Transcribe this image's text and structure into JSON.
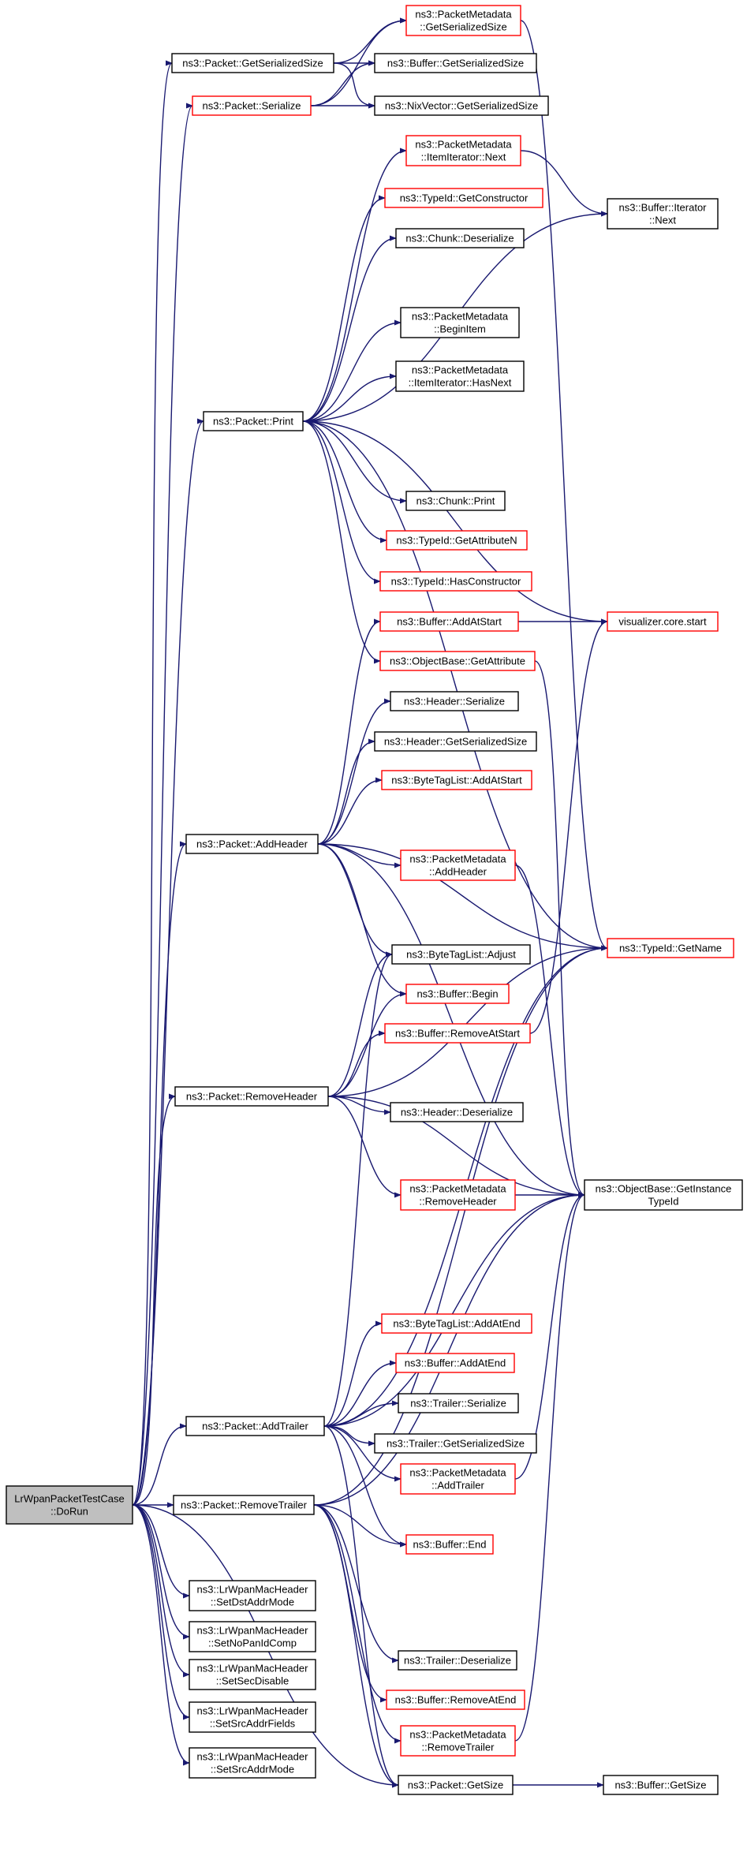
{
  "colors": {
    "edge": "#191970",
    "border_default": "#000000",
    "border_truncated": "#ff0000",
    "root_fill": "#bfbfbf",
    "node_fill": "#ffffff"
  },
  "nodes": [
    {
      "id": "root",
      "lines": [
        "LrWpanPacketTestCase",
        "::DoRun"
      ],
      "style": "root"
    },
    {
      "id": "pkt_getser",
      "lines": [
        "ns3::Packet::GetSerializedSize"
      ],
      "style": "normal"
    },
    {
      "id": "pkt_ser",
      "lines": [
        "ns3::Packet::Serialize"
      ],
      "style": "truncated"
    },
    {
      "id": "pm_getser",
      "lines": [
        "ns3::PacketMetadata",
        "::GetSerializedSize"
      ],
      "style": "truncated"
    },
    {
      "id": "buf_getser",
      "lines": [
        "ns3::Buffer::GetSerializedSize"
      ],
      "style": "normal"
    },
    {
      "id": "nix_getser",
      "lines": [
        "ns3::NixVector::GetSerializedSize"
      ],
      "style": "normal"
    },
    {
      "id": "pm_it_next",
      "lines": [
        "ns3::PacketMetadata",
        "::ItemIterator::Next"
      ],
      "style": "truncated"
    },
    {
      "id": "buf_it_next",
      "lines": [
        "ns3::Buffer::Iterator",
        "::Next"
      ],
      "style": "normal"
    },
    {
      "id": "tid_getctor",
      "lines": [
        "ns3::TypeId::GetConstructor"
      ],
      "style": "truncated"
    },
    {
      "id": "chunk_deser",
      "lines": [
        "ns3::Chunk::Deserialize"
      ],
      "style": "normal"
    },
    {
      "id": "pm_beginitem",
      "lines": [
        "ns3::PacketMetadata",
        "::BeginItem"
      ],
      "style": "normal"
    },
    {
      "id": "pm_it_hasnext",
      "lines": [
        "ns3::PacketMetadata",
        "::ItemIterator::HasNext"
      ],
      "style": "normal"
    },
    {
      "id": "pkt_print",
      "lines": [
        "ns3::Packet::Print"
      ],
      "style": "normal"
    },
    {
      "id": "chunk_print",
      "lines": [
        "ns3::Chunk::Print"
      ],
      "style": "normal"
    },
    {
      "id": "tid_getattrn",
      "lines": [
        "ns3::TypeId::GetAttributeN"
      ],
      "style": "truncated"
    },
    {
      "id": "tid_hasctor",
      "lines": [
        "ns3::TypeId::HasConstructor"
      ],
      "style": "truncated"
    },
    {
      "id": "buf_addatstart",
      "lines": [
        "ns3::Buffer::AddAtStart"
      ],
      "style": "truncated"
    },
    {
      "id": "vis_start",
      "lines": [
        "visualizer.core.start"
      ],
      "style": "truncated"
    },
    {
      "id": "ob_getattr",
      "lines": [
        "ns3::ObjectBase::GetAttribute"
      ],
      "style": "truncated"
    },
    {
      "id": "hdr_ser",
      "lines": [
        "ns3::Header::Serialize"
      ],
      "style": "normal"
    },
    {
      "id": "hdr_getser",
      "lines": [
        "ns3::Header::GetSerializedSize"
      ],
      "style": "normal"
    },
    {
      "id": "btl_addatstart",
      "lines": [
        "ns3::ByteTagList::AddAtStart"
      ],
      "style": "truncated"
    },
    {
      "id": "pkt_addhdr",
      "lines": [
        "ns3::Packet::AddHeader"
      ],
      "style": "normal"
    },
    {
      "id": "pm_addhdr",
      "lines": [
        "ns3::PacketMetadata",
        "::AddHeader"
      ],
      "style": "truncated"
    },
    {
      "id": "tid_getname",
      "lines": [
        "ns3::TypeId::GetName"
      ],
      "style": "truncated"
    },
    {
      "id": "btl_adjust",
      "lines": [
        "ns3::ByteTagList::Adjust"
      ],
      "style": "normal"
    },
    {
      "id": "buf_begin",
      "lines": [
        "ns3::Buffer::Begin"
      ],
      "style": "truncated"
    },
    {
      "id": "buf_rematstart",
      "lines": [
        "ns3::Buffer::RemoveAtStart"
      ],
      "style": "truncated"
    },
    {
      "id": "pkt_remhdr",
      "lines": [
        "ns3::Packet::RemoveHeader"
      ],
      "style": "normal"
    },
    {
      "id": "hdr_deser",
      "lines": [
        "ns3::Header::Deserialize"
      ],
      "style": "normal"
    },
    {
      "id": "pm_remhdr",
      "lines": [
        "ns3::PacketMetadata",
        "::RemoveHeader"
      ],
      "style": "truncated"
    },
    {
      "id": "ob_getinst",
      "lines": [
        "ns3::ObjectBase::GetInstance",
        "TypeId"
      ],
      "style": "normal"
    },
    {
      "id": "btl_addatend",
      "lines": [
        "ns3::ByteTagList::AddAtEnd"
      ],
      "style": "truncated"
    },
    {
      "id": "buf_addatend",
      "lines": [
        "ns3::Buffer::AddAtEnd"
      ],
      "style": "truncated"
    },
    {
      "id": "trl_ser",
      "lines": [
        "ns3::Trailer::Serialize"
      ],
      "style": "normal"
    },
    {
      "id": "pkt_addtrl",
      "lines": [
        "ns3::Packet::AddTrailer"
      ],
      "style": "normal"
    },
    {
      "id": "trl_getser",
      "lines": [
        "ns3::Trailer::GetSerializedSize"
      ],
      "style": "normal"
    },
    {
      "id": "pm_addtrl",
      "lines": [
        "ns3::PacketMetadata",
        "::AddTrailer"
      ],
      "style": "truncated"
    },
    {
      "id": "pkt_remtrl",
      "lines": [
        "ns3::Packet::RemoveTrailer"
      ],
      "style": "normal"
    },
    {
      "id": "buf_end",
      "lines": [
        "ns3::Buffer::End"
      ],
      "style": "truncated"
    },
    {
      "id": "mac_setdst",
      "lines": [
        "ns3::LrWpanMacHeader",
        "::SetDstAddrMode"
      ],
      "style": "normal"
    },
    {
      "id": "trl_deser",
      "lines": [
        "ns3::Trailer::Deserialize"
      ],
      "style": "normal"
    },
    {
      "id": "mac_setnopan",
      "lines": [
        "ns3::LrWpanMacHeader",
        "::SetNoPanIdComp"
      ],
      "style": "normal"
    },
    {
      "id": "buf_rematend",
      "lines": [
        "ns3::Buffer::RemoveAtEnd"
      ],
      "style": "truncated"
    },
    {
      "id": "mac_setsecdis",
      "lines": [
        "ns3::LrWpanMacHeader",
        "::SetSecDisable"
      ],
      "style": "normal"
    },
    {
      "id": "pm_remtrl",
      "lines": [
        "ns3::PacketMetadata",
        "::RemoveTrailer"
      ],
      "style": "truncated"
    },
    {
      "id": "mac_setsrcfields",
      "lines": [
        "ns3::LrWpanMacHeader",
        "::SetSrcAddrFields"
      ],
      "style": "normal"
    },
    {
      "id": "pkt_getsize",
      "lines": [
        "ns3::Packet::GetSize"
      ],
      "style": "normal"
    },
    {
      "id": "buf_getsize",
      "lines": [
        "ns3::Buffer::GetSize"
      ],
      "style": "normal"
    },
    {
      "id": "mac_setsrcmode",
      "lines": [
        "ns3::LrWpanMacHeader",
        "::SetSrcAddrMode"
      ],
      "style": "normal"
    }
  ],
  "edges": [
    [
      "root",
      "pkt_getser"
    ],
    [
      "root",
      "pkt_ser"
    ],
    [
      "root",
      "pkt_print"
    ],
    [
      "root",
      "pkt_addhdr"
    ],
    [
      "root",
      "pkt_remhdr"
    ],
    [
      "root",
      "pkt_addtrl"
    ],
    [
      "root",
      "pkt_remtrl"
    ],
    [
      "root",
      "mac_setdst"
    ],
    [
      "root",
      "mac_setnopan"
    ],
    [
      "root",
      "mac_setsecdis"
    ],
    [
      "root",
      "mac_setsrcfields"
    ],
    [
      "root",
      "mac_setsrcmode"
    ],
    [
      "root",
      "pkt_getsize"
    ],
    [
      "pkt_getser",
      "pm_getser"
    ],
    [
      "pkt_getser",
      "buf_getser"
    ],
    [
      "pkt_getser",
      "nix_getser"
    ],
    [
      "pkt_ser",
      "pm_getser"
    ],
    [
      "pkt_ser",
      "buf_getser"
    ],
    [
      "pkt_ser",
      "nix_getser"
    ],
    [
      "pm_getser",
      "tid_getname"
    ],
    [
      "pm_it_next",
      "buf_it_next"
    ],
    [
      "pkt_print",
      "pm_it_next"
    ],
    [
      "pkt_print",
      "tid_getctor"
    ],
    [
      "pkt_print",
      "chunk_deser"
    ],
    [
      "pkt_print",
      "buf_it_next"
    ],
    [
      "pkt_print",
      "pm_beginitem"
    ],
    [
      "pkt_print",
      "pm_it_hasnext"
    ],
    [
      "pkt_print",
      "vis_start"
    ],
    [
      "pkt_print",
      "tid_getname"
    ],
    [
      "pkt_print",
      "chunk_print"
    ],
    [
      "pkt_print",
      "tid_getattrn"
    ],
    [
      "pkt_print",
      "tid_hasctor"
    ],
    [
      "pkt_print",
      "ob_getattr"
    ],
    [
      "buf_addatstart",
      "vis_start"
    ],
    [
      "ob_getattr",
      "ob_getinst"
    ],
    [
      "pkt_addhdr",
      "buf_addatstart"
    ],
    [
      "pkt_addhdr",
      "hdr_ser"
    ],
    [
      "pkt_addhdr",
      "hdr_getser"
    ],
    [
      "pkt_addhdr",
      "btl_addatstart"
    ],
    [
      "pkt_addhdr",
      "tid_getname"
    ],
    [
      "pkt_addhdr",
      "pm_addhdr"
    ],
    [
      "pkt_addhdr",
      "btl_adjust"
    ],
    [
      "pkt_addhdr",
      "buf_begin"
    ],
    [
      "pkt_addhdr",
      "ob_getinst"
    ],
    [
      "pm_addhdr",
      "ob_getinst"
    ],
    [
      "buf_rematstart",
      "vis_start"
    ],
    [
      "pkt_remhdr",
      "btl_adjust"
    ],
    [
      "pkt_remhdr",
      "buf_begin"
    ],
    [
      "pkt_remhdr",
      "buf_rematstart"
    ],
    [
      "pkt_remhdr",
      "tid_getname"
    ],
    [
      "pkt_remhdr",
      "hdr_deser"
    ],
    [
      "pkt_remhdr",
      "ob_getinst"
    ],
    [
      "pkt_remhdr",
      "pm_remhdr"
    ],
    [
      "pm_remhdr",
      "ob_getinst"
    ],
    [
      "pkt_addtrl",
      "tid_getname"
    ],
    [
      "pkt_addtrl",
      "ob_getinst"
    ],
    [
      "pkt_addtrl",
      "btl_addatend"
    ],
    [
      "pkt_addtrl",
      "buf_addatend"
    ],
    [
      "pkt_addtrl",
      "trl_ser"
    ],
    [
      "pkt_addtrl",
      "trl_getser"
    ],
    [
      "pkt_addtrl",
      "pm_addtrl"
    ],
    [
      "pkt_addtrl",
      "buf_end"
    ],
    [
      "pkt_addtrl",
      "btl_adjust"
    ],
    [
      "pkt_addtrl",
      "pkt_getsize"
    ],
    [
      "pm_addtrl",
      "ob_getinst"
    ],
    [
      "pkt_remtrl",
      "buf_end"
    ],
    [
      "pkt_remtrl",
      "tid_getname"
    ],
    [
      "pkt_remtrl",
      "ob_getinst"
    ],
    [
      "pkt_remtrl",
      "trl_deser"
    ],
    [
      "pkt_remtrl",
      "buf_rematend"
    ],
    [
      "pkt_remtrl",
      "pm_remtrl"
    ],
    [
      "pkt_remtrl",
      "pkt_getsize"
    ],
    [
      "pm_remtrl",
      "ob_getinst"
    ],
    [
      "pkt_getsize",
      "buf_getsize"
    ]
  ]
}
